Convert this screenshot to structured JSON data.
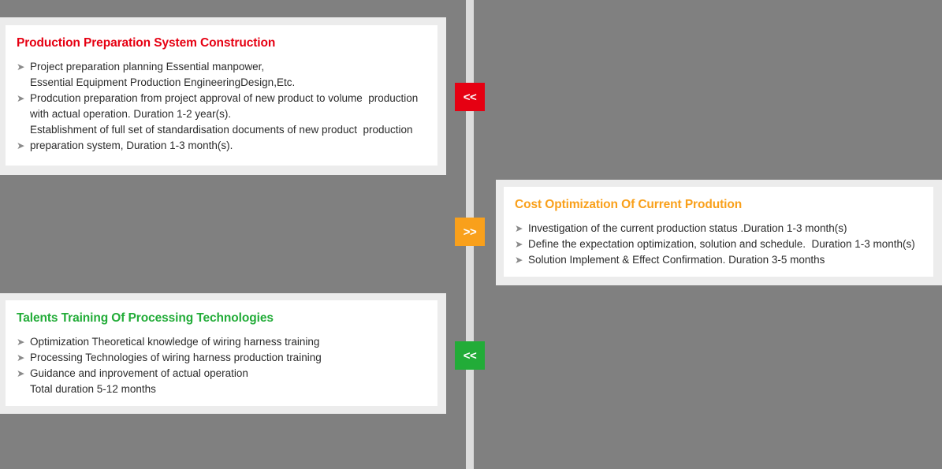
{
  "background": {
    "color": "#808080",
    "connector_line_color": "#dcdcdc"
  },
  "cards": [
    {
      "id": "production-prep",
      "title": "Production Preparation System Construction",
      "title_color": "#e60012",
      "bullets": [
        {
          "marker": "arrow",
          "text": "Project preparation planning Essential manpower,"
        },
        {
          "marker": "none",
          "text": "Essential Equipment Production EngineeringDesign,Etc."
        },
        {
          "marker": "arrow",
          "text": "Prodcution preparation from project approval of new product to volume  production"
        },
        {
          "marker": "none",
          "text": "with actual operation. Duration 1-2 year(s)."
        },
        {
          "marker": "none",
          "text": "Establishment of full set of standardisation documents of new product  production"
        },
        {
          "marker": "arrow",
          "text": "preparation system, Duration 1-3 month(s)."
        }
      ]
    },
    {
      "id": "cost-optimization",
      "title": "Cost Optimization Of Current Prodution",
      "title_color": "#f9a01b",
      "bullets": [
        {
          "marker": "arrow",
          "text": "Investigation of the current production status .Duration 1-3 month(s)"
        },
        {
          "marker": "arrow",
          "text": "Define the expectation optimization, solution and schedule.  Duration 1-3 month(s)"
        },
        {
          "marker": "arrow",
          "text": "Solution Implement & Effect Confirmation. Duration 3-5 months"
        }
      ]
    },
    {
      "id": "talents-training",
      "title": "Talents Training Of Processing Technologies",
      "title_color": "#22ac38",
      "bullets": [
        {
          "marker": "arrow",
          "text": "Optimization Theoretical knowledge of wiring harness training"
        },
        {
          "marker": "arrow",
          "text": "Processing Technologies of wiring harness production training"
        },
        {
          "marker": "arrow",
          "text": "Guidance and inprovement of actual operation"
        },
        {
          "marker": "none",
          "text": "Total duration 5-12 months"
        }
      ]
    }
  ],
  "badges": [
    {
      "id": "badge-red",
      "label": "<<",
      "color": "#e60012",
      "icon": "chevron-double-left-icon"
    },
    {
      "id": "badge-orange",
      "label": ">>",
      "color": "#f9a01b",
      "icon": "chevron-double-right-icon"
    },
    {
      "id": "badge-green",
      "label": "<<",
      "color": "#22ac38",
      "icon": "chevron-double-left-icon"
    }
  ],
  "bullet_glyph": "➤"
}
